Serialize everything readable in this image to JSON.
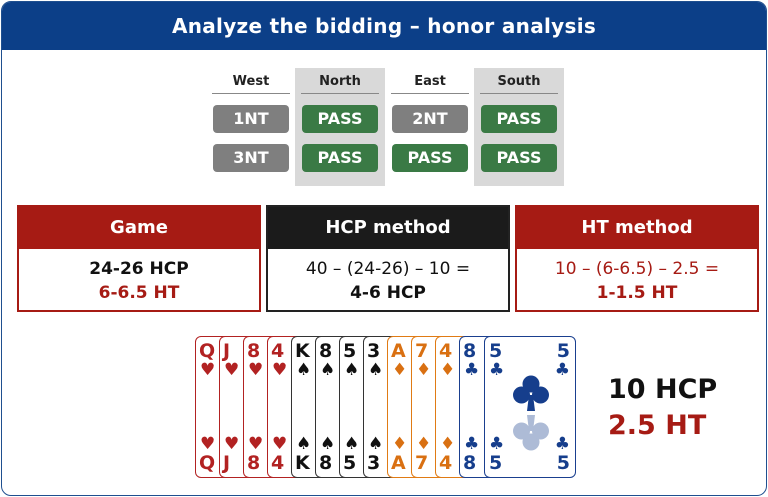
{
  "title": "Analyze the bidding – honor analysis",
  "bidding": {
    "seats": [
      "West",
      "North",
      "East",
      "South"
    ],
    "rows": [
      [
        "1NT",
        "PASS",
        "2NT",
        "PASS"
      ],
      [
        "3NT",
        "PASS",
        "PASS",
        "PASS"
      ]
    ],
    "colors": {
      "bid": "#7f7f7f",
      "pass": "#3a7a45",
      "shade": "#d9d9d9"
    }
  },
  "boxes": {
    "game": {
      "title": "Game",
      "line1": "24-26 HCP",
      "line2": "6-6.5 HT"
    },
    "hcp": {
      "title": "HCP method",
      "line1": "40 – (24-26) – 10 =",
      "line2": "4-6 HCP"
    },
    "ht": {
      "title": "HT method",
      "line1": "10 – (6-6.5) – 2.5 =",
      "line2": "1-1.5 HT"
    }
  },
  "hand": {
    "cards": [
      {
        "rank": "Q",
        "suit": "♥",
        "suit_name": "hearts"
      },
      {
        "rank": "J",
        "suit": "♥",
        "suit_name": "hearts"
      },
      {
        "rank": "8",
        "suit": "♥",
        "suit_name": "hearts"
      },
      {
        "rank": "4",
        "suit": "♥",
        "suit_name": "hearts"
      },
      {
        "rank": "K",
        "suit": "♠",
        "suit_name": "spades"
      },
      {
        "rank": "8",
        "suit": "♠",
        "suit_name": "spades"
      },
      {
        "rank": "5",
        "suit": "♠",
        "suit_name": "spades"
      },
      {
        "rank": "3",
        "suit": "♠",
        "suit_name": "spades"
      },
      {
        "rank": "A",
        "suit": "♦",
        "suit_name": "diamonds"
      },
      {
        "rank": "7",
        "suit": "♦",
        "suit_name": "diamonds"
      },
      {
        "rank": "4",
        "suit": "♦",
        "suit_name": "diamonds"
      },
      {
        "rank": "8",
        "suit": "♣",
        "suit_name": "clubs"
      }
    ],
    "last_card": {
      "rank": "5",
      "suit": "♣",
      "suit_name": "clubs"
    },
    "total_hcp": "10 HCP",
    "total_ht": "2.5 HT"
  }
}
